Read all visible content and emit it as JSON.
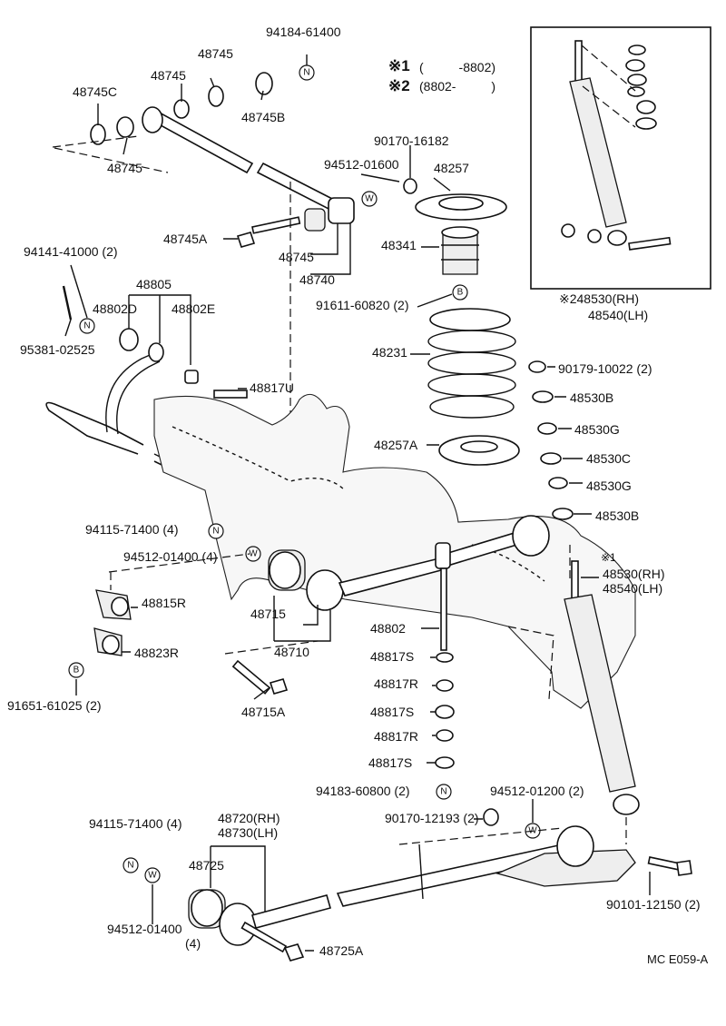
{
  "legend": {
    "note1_marker": "※1",
    "note1_range": "(          -8802)",
    "note2_marker": "※2",
    "note2_range": "(8802-          )"
  },
  "badges": {
    "n": "N",
    "w": "W",
    "b": "B"
  },
  "labels": {
    "p94184_61400": "94184-61400",
    "p48745_a": "48745",
    "p48745_b": "48745",
    "p48745_c": "48745",
    "p48745_d": "48745",
    "p48745C": "48745C",
    "p48745B": "48745B",
    "p48745A": "48745A",
    "p48740": "48740",
    "p90170_16182": "90170-16182",
    "p94512_01600": "94512-01600",
    "p48257": "48257",
    "p48341": "48341",
    "p91611_60820": "91611-60820 (2)",
    "p94141_41000": "94141-41000 (2)",
    "p48805": "48805",
    "p48802D": "48802D",
    "p48802E": "48802E",
    "p95381_02525": "95381-02525",
    "p48817U": "48817U",
    "p48231": "48231",
    "p90179_10022": "90179-10022 (2)",
    "p48530B_a": "48530B",
    "p48530G_a": "48530G",
    "p48530C": "48530C",
    "p48530G_b": "48530G",
    "p48530B_b": "48530B",
    "p48257A": "48257A",
    "p48530_rh_top": "※248530(RH)",
    "p48540_lh_top": "48540(LH)",
    "p94115_71400_a": "94115-71400 (4)",
    "p94512_01400_a": "94512-01400 (4)",
    "p48815R": "48815R",
    "p48823R": "48823R",
    "p91651_61025": "91651-61025 (2)",
    "p48715": "48715",
    "p48710": "48710",
    "p48715A": "48715A",
    "p48802": "48802",
    "p48817S_a": "48817S",
    "p48817R_a": "48817R",
    "p48817S_b": "48817S",
    "p48817R_b": "48817R",
    "p48817S_c": "48817S",
    "p94183_60800": "94183-60800 (2)",
    "p94512_01200": "94512-01200 (2)",
    "p90170_12193": "90170-12193 (2)",
    "p48530_note": "※1",
    "p48530_rh": "48530(RH)",
    "p48540_lh": "48540(LH)",
    "p94115_71400_b": "94115-71400 (4)",
    "p48720_rh": "48720(RH)",
    "p48730_lh": "48730(LH)",
    "p48725": "48725",
    "p94512_01400_b": "94512-01400",
    "p94512_01400_b_qty": "(4)",
    "p48725A": "48725A",
    "p90101_12150": "90101-12150 (2)",
    "code": "MC E059-A"
  }
}
